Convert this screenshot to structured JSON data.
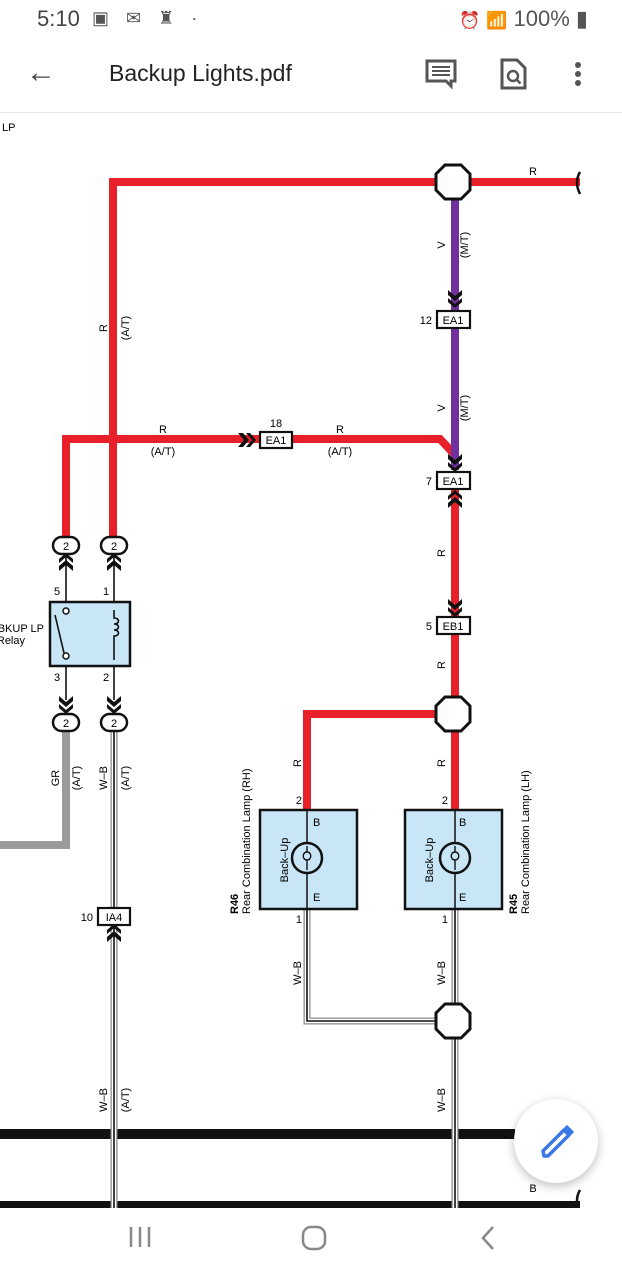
{
  "status_bar": {
    "time": "5:10",
    "notif_icons": "▣ ✉ ♜ ·",
    "battery": "100%"
  },
  "app_bar": {
    "title": "Backup Lights.pdf"
  },
  "colors": {
    "red_wire": "#e8202a",
    "violet_wire": "#7030a0",
    "gray_wire": "#9b9b9b",
    "component_fill": "#c8e6f5",
    "fab_icon": "#3b78e7"
  },
  "diagram": {
    "top_left_label": "LP",
    "top_r": "R",
    "v1": "V",
    "mt1": "(M/T)",
    "ea1_12_pin": "12",
    "ea1_12": "EA1",
    "v2": "V",
    "mt2": "(M/T)",
    "r_at_vert": "R",
    "at_vert": "(A/T)",
    "r_h1": "R",
    "at_h1": "(A/T)",
    "ea1_18_pin": "18",
    "ea1_18": "EA1",
    "r_h2": "R",
    "at_h2": "(A/T)",
    "ea1_7_pin": "7",
    "ea1_7": "EA1",
    "r_v1": "R",
    "eb1_pin": "5",
    "eb1": "EB1",
    "r_v2": "R",
    "conn_2": "2",
    "relay": {
      "pin5": "5",
      "pin1": "1",
      "pin3": "3",
      "pin2": "2",
      "name1": "BKUP LP",
      "name2": "Relay"
    },
    "gr": "GR",
    "gr_at": "(A/T)",
    "wb1": "W–B",
    "wb1_at": "(A/T)",
    "ia4_pin": "10",
    "ia4": "IA4",
    "rh": {
      "wire": "R",
      "pin_b": "2",
      "b": "B",
      "bulb": "Back–Up",
      "e": "E",
      "pin_e": "1",
      "code": "R46",
      "name": "Rear Combination Lamp (RH)",
      "ground": "W–B"
    },
    "lh": {
      "wire": "R",
      "pin_b": "2",
      "b": "B",
      "bulb": "Back–Up",
      "e": "E",
      "pin_e": "1",
      "code": "R45",
      "name": "Rear Combination Lamp (LH)",
      "ground": "W–B"
    },
    "wb_bottom_left": "W–B",
    "at_bottom_left": "(A/T)",
    "wb_bottom_right": "W–B",
    "b_bottom": "B"
  }
}
